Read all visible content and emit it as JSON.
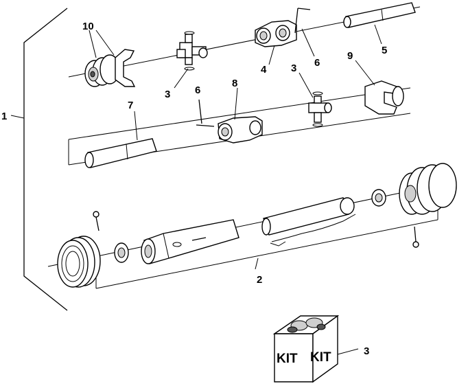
{
  "callouts": {
    "c1": "1",
    "c2": "2",
    "c3a": "3",
    "c3b": "3",
    "c3c": "3",
    "c4": "4",
    "c5": "5",
    "c6a": "6",
    "c6b": "6",
    "c7": "7",
    "c8": "8",
    "c9": "9",
    "c10": "10"
  },
  "kit": {
    "label_left": "KIT",
    "label_right": "KIT"
  }
}
